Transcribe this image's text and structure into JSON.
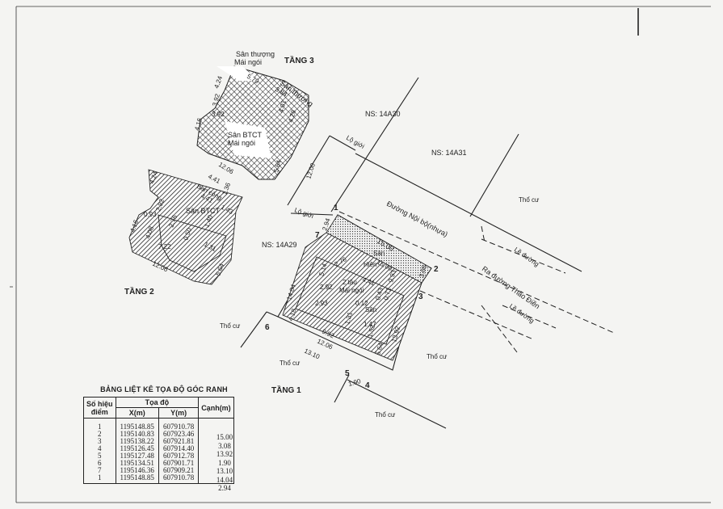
{
  "labels": {
    "floor3": "TẦNG 3",
    "floor2": "TẦNG 2",
    "floor1": "TẦNG 1",
    "roof_terrace": "Sân thượng",
    "tiled_roof": "Mái ngói",
    "concrete_yard": "Sân BTCT",
    "balcony": "Ban công",
    "yard": "Sân",
    "porch": "Hiên",
    "storeys": "2 tầu",
    "residential": "Thổ cư",
    "road_reserve": "Lộ giới",
    "sidewalk": "Lề đường",
    "internal_road": "Đường Nội bộ(nhựa)",
    "to_road": "Ra đường Thảo Điền",
    "ns_a30": "NS: 14A30",
    "ns_a31": "NS: 14A31",
    "ns_a29": "NS: 14A29"
  },
  "points": {
    "p1": "1",
    "p2": "2",
    "p3": "3",
    "p4": "4",
    "p5": "5",
    "p6": "6",
    "p7": "7"
  },
  "dims": {
    "d1500": "15.00",
    "d308": "3.08",
    "d1392": "13.92",
    "d1310": "13.10",
    "d1404": "14.04",
    "d294": "2.94",
    "d190": "1.90",
    "d1200": "12.00",
    "d1500b": "15.00",
    "d514": "5.14",
    "d276": "2.76",
    "d441": "4.41",
    "d292": "2.92",
    "d293": "2.93",
    "d993": "9.93",
    "d092": "9.92",
    "d1206": "12.06",
    "d564": "5.64",
    "d418": "4.18",
    "d043": "0.43",
    "d071": "0.71",
    "d012": "0.12",
    "d147": "1.47",
    "d131": "1.31",
    "d152": "1.52",
    "f2_424": "4.24",
    "f2_441": "4.41",
    "f2_136": "1.36",
    "f2_441b": "4.41",
    "f2_143": "1.43",
    "f2_276": "2.76",
    "f2_292": "2.92",
    "f2_093": "0.93",
    "f2_408": "4.08",
    "f2_416": "4.16",
    "f2_722": "7.22",
    "f2_1206": "12.06",
    "f2_564": "5.64",
    "f2_050": "0.50",
    "f2_140": "1.40",
    "f2_131": "1.31",
    "f3_424": "4.24",
    "f3_579": "5.79",
    "f3_384": "3.84",
    "f3_392": "3.92",
    "f3_401": "4.01",
    "f3_416": "4.16",
    "f3_426": "4.26",
    "f3_1206": "12.06",
    "f3_564": "5.64",
    "f3_392b": "3.92"
  },
  "table": {
    "title": "BẢNG LIỆT KÊ TỌA ĐỘ GÓC RANH",
    "h_point": "Số hiệu",
    "h_point2": "điểm",
    "h_coord": "Tọa độ",
    "h_x": "X(m)",
    "h_y": "Y(m)",
    "h_edge": "Cạnh(m)",
    "rows": [
      {
        "id": "1",
        "x": "1195148.85",
        "y": "607910.78"
      },
      {
        "id": "2",
        "x": "1195140.83",
        "y": "607923.46"
      },
      {
        "id": "3",
        "x": "1195138.22",
        "y": "607921.81"
      },
      {
        "id": "4",
        "x": "1195126.45",
        "y": "607914.40"
      },
      {
        "id": "5",
        "x": "1195127.48",
        "y": "607912.78"
      },
      {
        "id": "6",
        "x": "1195134.51",
        "y": "607901.71"
      },
      {
        "id": "7",
        "x": "1195146.36",
        "y": "607909.21"
      },
      {
        "id": "1",
        "x": "1195148.85",
        "y": "607910.78"
      }
    ],
    "edges": [
      "15.00",
      "3.08",
      "13.92",
      "1.90",
      "13.10",
      "14.04",
      "2.94"
    ]
  }
}
